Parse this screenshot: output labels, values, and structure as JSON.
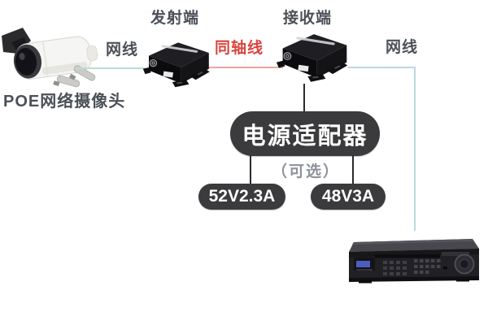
{
  "diagram": {
    "camera": {
      "label": "POE网络摄像头"
    },
    "transmitter": {
      "label": "发射端"
    },
    "receiver": {
      "label": "接收端"
    },
    "cables": {
      "net_left": "网线",
      "coax": "同轴线",
      "net_right": "网线"
    },
    "power": {
      "adapter_label": "电源适配器",
      "optional_label": "（可选）",
      "options": [
        "52V2.3A",
        "48V3A"
      ]
    },
    "colors": {
      "coax_text": "#d8453e",
      "coax_line": "#e2a9a3",
      "net_line_left": "#bcdcd6",
      "net_line_right": "#bcd8de",
      "pill_background": "#3b3b3d",
      "label_text": "#4b5158",
      "optional_text": "#8d939b"
    }
  }
}
